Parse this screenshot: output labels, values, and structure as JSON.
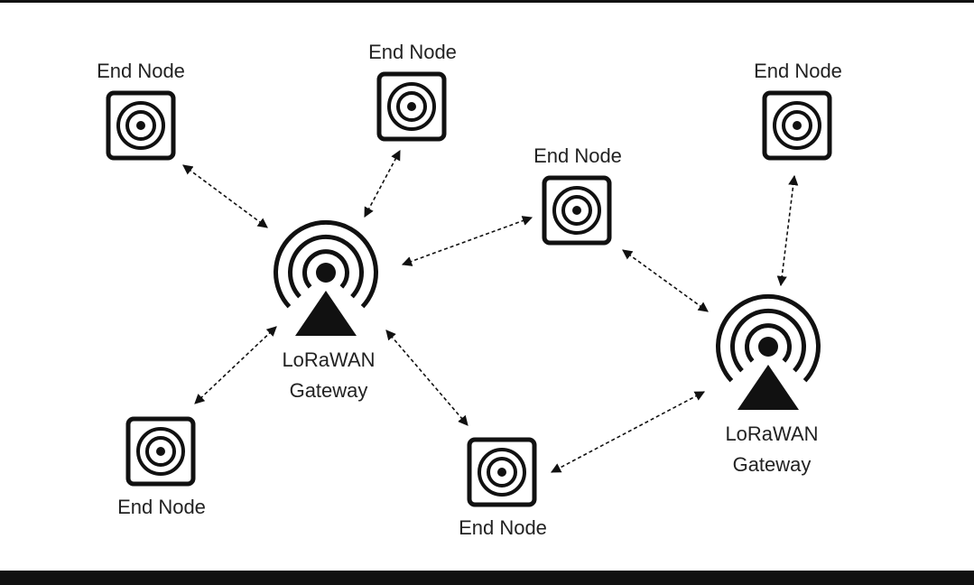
{
  "colors": {
    "stroke": "#111111",
    "background": "#ffffff"
  },
  "nodes": [
    {
      "id": "end-node-1",
      "kind": "end-node",
      "label": "End Node",
      "icon": "target-icon"
    },
    {
      "id": "end-node-2",
      "kind": "end-node",
      "label": "End Node",
      "icon": "target-icon"
    },
    {
      "id": "end-node-3",
      "kind": "end-node",
      "label": "End Node",
      "icon": "target-icon"
    },
    {
      "id": "end-node-4",
      "kind": "end-node",
      "label": "End Node",
      "icon": "target-icon"
    },
    {
      "id": "end-node-5",
      "kind": "end-node",
      "label": "End Node",
      "icon": "target-icon"
    },
    {
      "id": "end-node-6",
      "kind": "end-node",
      "label": "End Node",
      "icon": "target-icon"
    },
    {
      "id": "gateway-1",
      "kind": "gateway",
      "label_line1": "LoRaWAN",
      "label_line2": "Gateway",
      "icon": "radio-tower-icon"
    },
    {
      "id": "gateway-2",
      "kind": "gateway",
      "label_line1": "LoRaWAN",
      "label_line2": "Gateway",
      "icon": "radio-tower-icon"
    }
  ],
  "links": [
    {
      "from": "gateway-1",
      "to": "end-node-1",
      "style": "dashed",
      "arrows": "both"
    },
    {
      "from": "gateway-1",
      "to": "end-node-2",
      "style": "dashed",
      "arrows": "both"
    },
    {
      "from": "gateway-1",
      "to": "end-node-3",
      "style": "dashed",
      "arrows": "both"
    },
    {
      "from": "gateway-1",
      "to": "end-node-5",
      "style": "dashed",
      "arrows": "both"
    },
    {
      "from": "gateway-1",
      "to": "end-node-6",
      "style": "dashed",
      "arrows": "both"
    },
    {
      "from": "gateway-2",
      "to": "end-node-3",
      "style": "dashed",
      "arrows": "both"
    },
    {
      "from": "gateway-2",
      "to": "end-node-4",
      "style": "dashed",
      "arrows": "both"
    },
    {
      "from": "gateway-2",
      "to": "end-node-6",
      "style": "dashed",
      "arrows": "both"
    }
  ]
}
